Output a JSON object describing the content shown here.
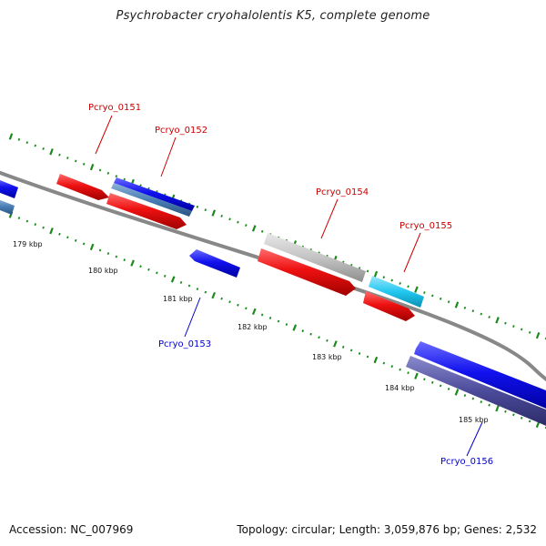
{
  "title": "Psychrobacter cryohalolentis K5, complete genome",
  "footer": {
    "accession": "Accession: NC_007969",
    "summary": "Topology: circular; Length: 3,059,876 bp; Genes: 2,532"
  },
  "kbp_labels": [
    "179 kbp",
    "180 kbp",
    "181 kbp",
    "182 kbp",
    "183 kbp",
    "184 kbp",
    "185 kbp"
  ],
  "gene_labels": [
    {
      "text": "Pcryo_0151",
      "color": "#cc0000"
    },
    {
      "text": "Pcryo_0152",
      "color": "#cc0000"
    },
    {
      "text": "Pcryo_0153",
      "color": "#0000cc"
    },
    {
      "text": "Pcryo_0154",
      "color": "#cc0000"
    },
    {
      "text": "Pcryo_0155",
      "color": "#cc0000"
    },
    {
      "text": "Pcryo_0156",
      "color": "#0000cc"
    }
  ],
  "colors": {
    "red_feature": "#ee1111",
    "blue_feature": "#1111ee",
    "steel_feature": "#4a7fb5",
    "grey_feature": "#c4c4c4",
    "cyan_feature": "#22c8f0",
    "slate_feature": "#4a4a9a",
    "backbone": "#888888",
    "tick": "#1a8a1a"
  }
}
